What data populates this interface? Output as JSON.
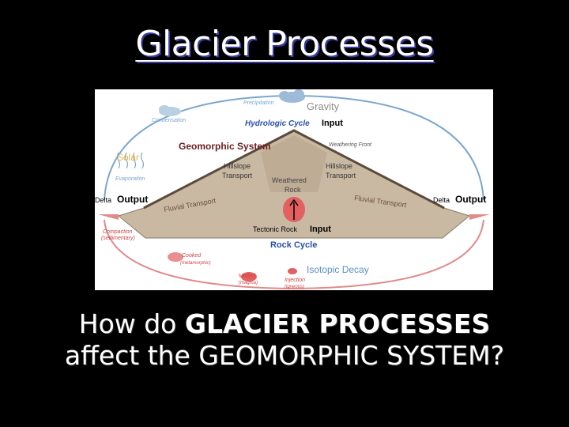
{
  "slide": {
    "title": "Glacier Processes",
    "question_line1_a": "How do ",
    "question_line1_b": "GLACIER PROCESSES",
    "question_line2": "affect the GEOMORPHIC SYSTEM?"
  },
  "diagram": {
    "precipitation": "Precipitation",
    "gravity": "Gravity",
    "condensation": "Condensation",
    "hydrologic_cycle": "Hydrologic Cycle",
    "hydrologic_input": "Input",
    "geomorphic_system": "Geomorphic System",
    "weathering_front": "Weathering Front",
    "solar": "Solar",
    "evaporation": "Evaporation",
    "hillslope_left_1": "Hillslope",
    "hillslope_left_2": "Transport",
    "hillslope_right_1": "Hillslope",
    "hillslope_right_2": "Transport",
    "weathered_rock_1": "Weathered",
    "weathered_rock_2": "Rock",
    "delta_left": "Delta",
    "delta_left_output": "Output",
    "delta_right": "Delta",
    "delta_right_output": "Output",
    "fluvial_left": "Fluvial Transport",
    "fluvial_right": "Fluvial Transport",
    "tectonic_rock": "Tectonic Rock",
    "tectonic_input": "Input",
    "compaction_1": "Compaction",
    "compaction_2": "(sedimentary)",
    "rock_cycle": "Rock Cycle",
    "cooked_1": "Cooked",
    "cooked_2": "(metamorphic)",
    "isotopic_decay": "Isotopic Decay",
    "melted_1": "Melted",
    "melted_2": "(magma)",
    "injection_1": "Injection",
    "injection_2": "(igneous)"
  },
  "colors": {
    "background": "#000000",
    "hydrologic_arc": "#7aa6cf",
    "rock_arc": "#e08a8a",
    "terrain": "#c9b9a3",
    "terrain_top": "#6b5a48",
    "solar": "#e6b54a",
    "rock_cycle_label": "#2a4fa8",
    "isotopic_decay": "#5a8fc4"
  }
}
